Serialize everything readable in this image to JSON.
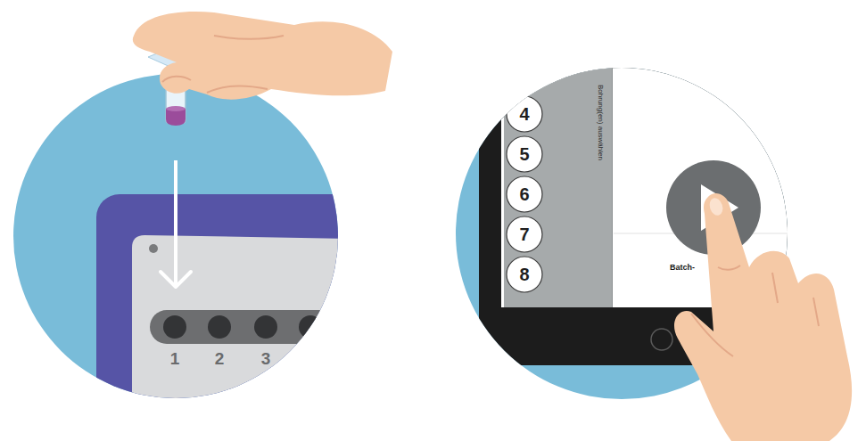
{
  "diagram": {
    "nodes": [
      {
        "text": [
          "Bohrung(en) auswählen"
        ]
      },
      {
        "text": [
          "4"
        ],
        "in": 0
      },
      {
        "text": [
          "5"
        ],
        "in": 0
      },
      {
        "text": [
          "6"
        ],
        "in": 0
      },
      {
        "text": [
          "7"
        ],
        "in": 0
      },
      {
        "text": [
          "8"
        ],
        "in": 0
      }
    ],
    "labels": [
      "1",
      "2",
      "3",
      "Batch-"
    ]
  }
}
